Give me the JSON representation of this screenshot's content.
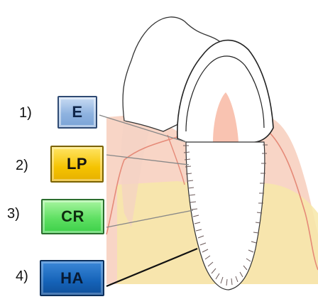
{
  "labels": [
    {
      "number": "1)",
      "code": "E",
      "color": "#8fb3e0"
    },
    {
      "number": "2)",
      "code": "LP",
      "color": "#f5c300"
    },
    {
      "number": "3)",
      "code": "CR",
      "color": "#5fe063"
    },
    {
      "number": "4)",
      "code": "HA",
      "color": "#1563b8"
    }
  ],
  "colors": {
    "gingiva": "#f6c7b3",
    "gingiva_outline": "#e58a78",
    "enamel": "#ffffff",
    "pulp": "#f8b9a3",
    "bone": "#f7e7a8",
    "ligament": "#7a6a6a"
  }
}
